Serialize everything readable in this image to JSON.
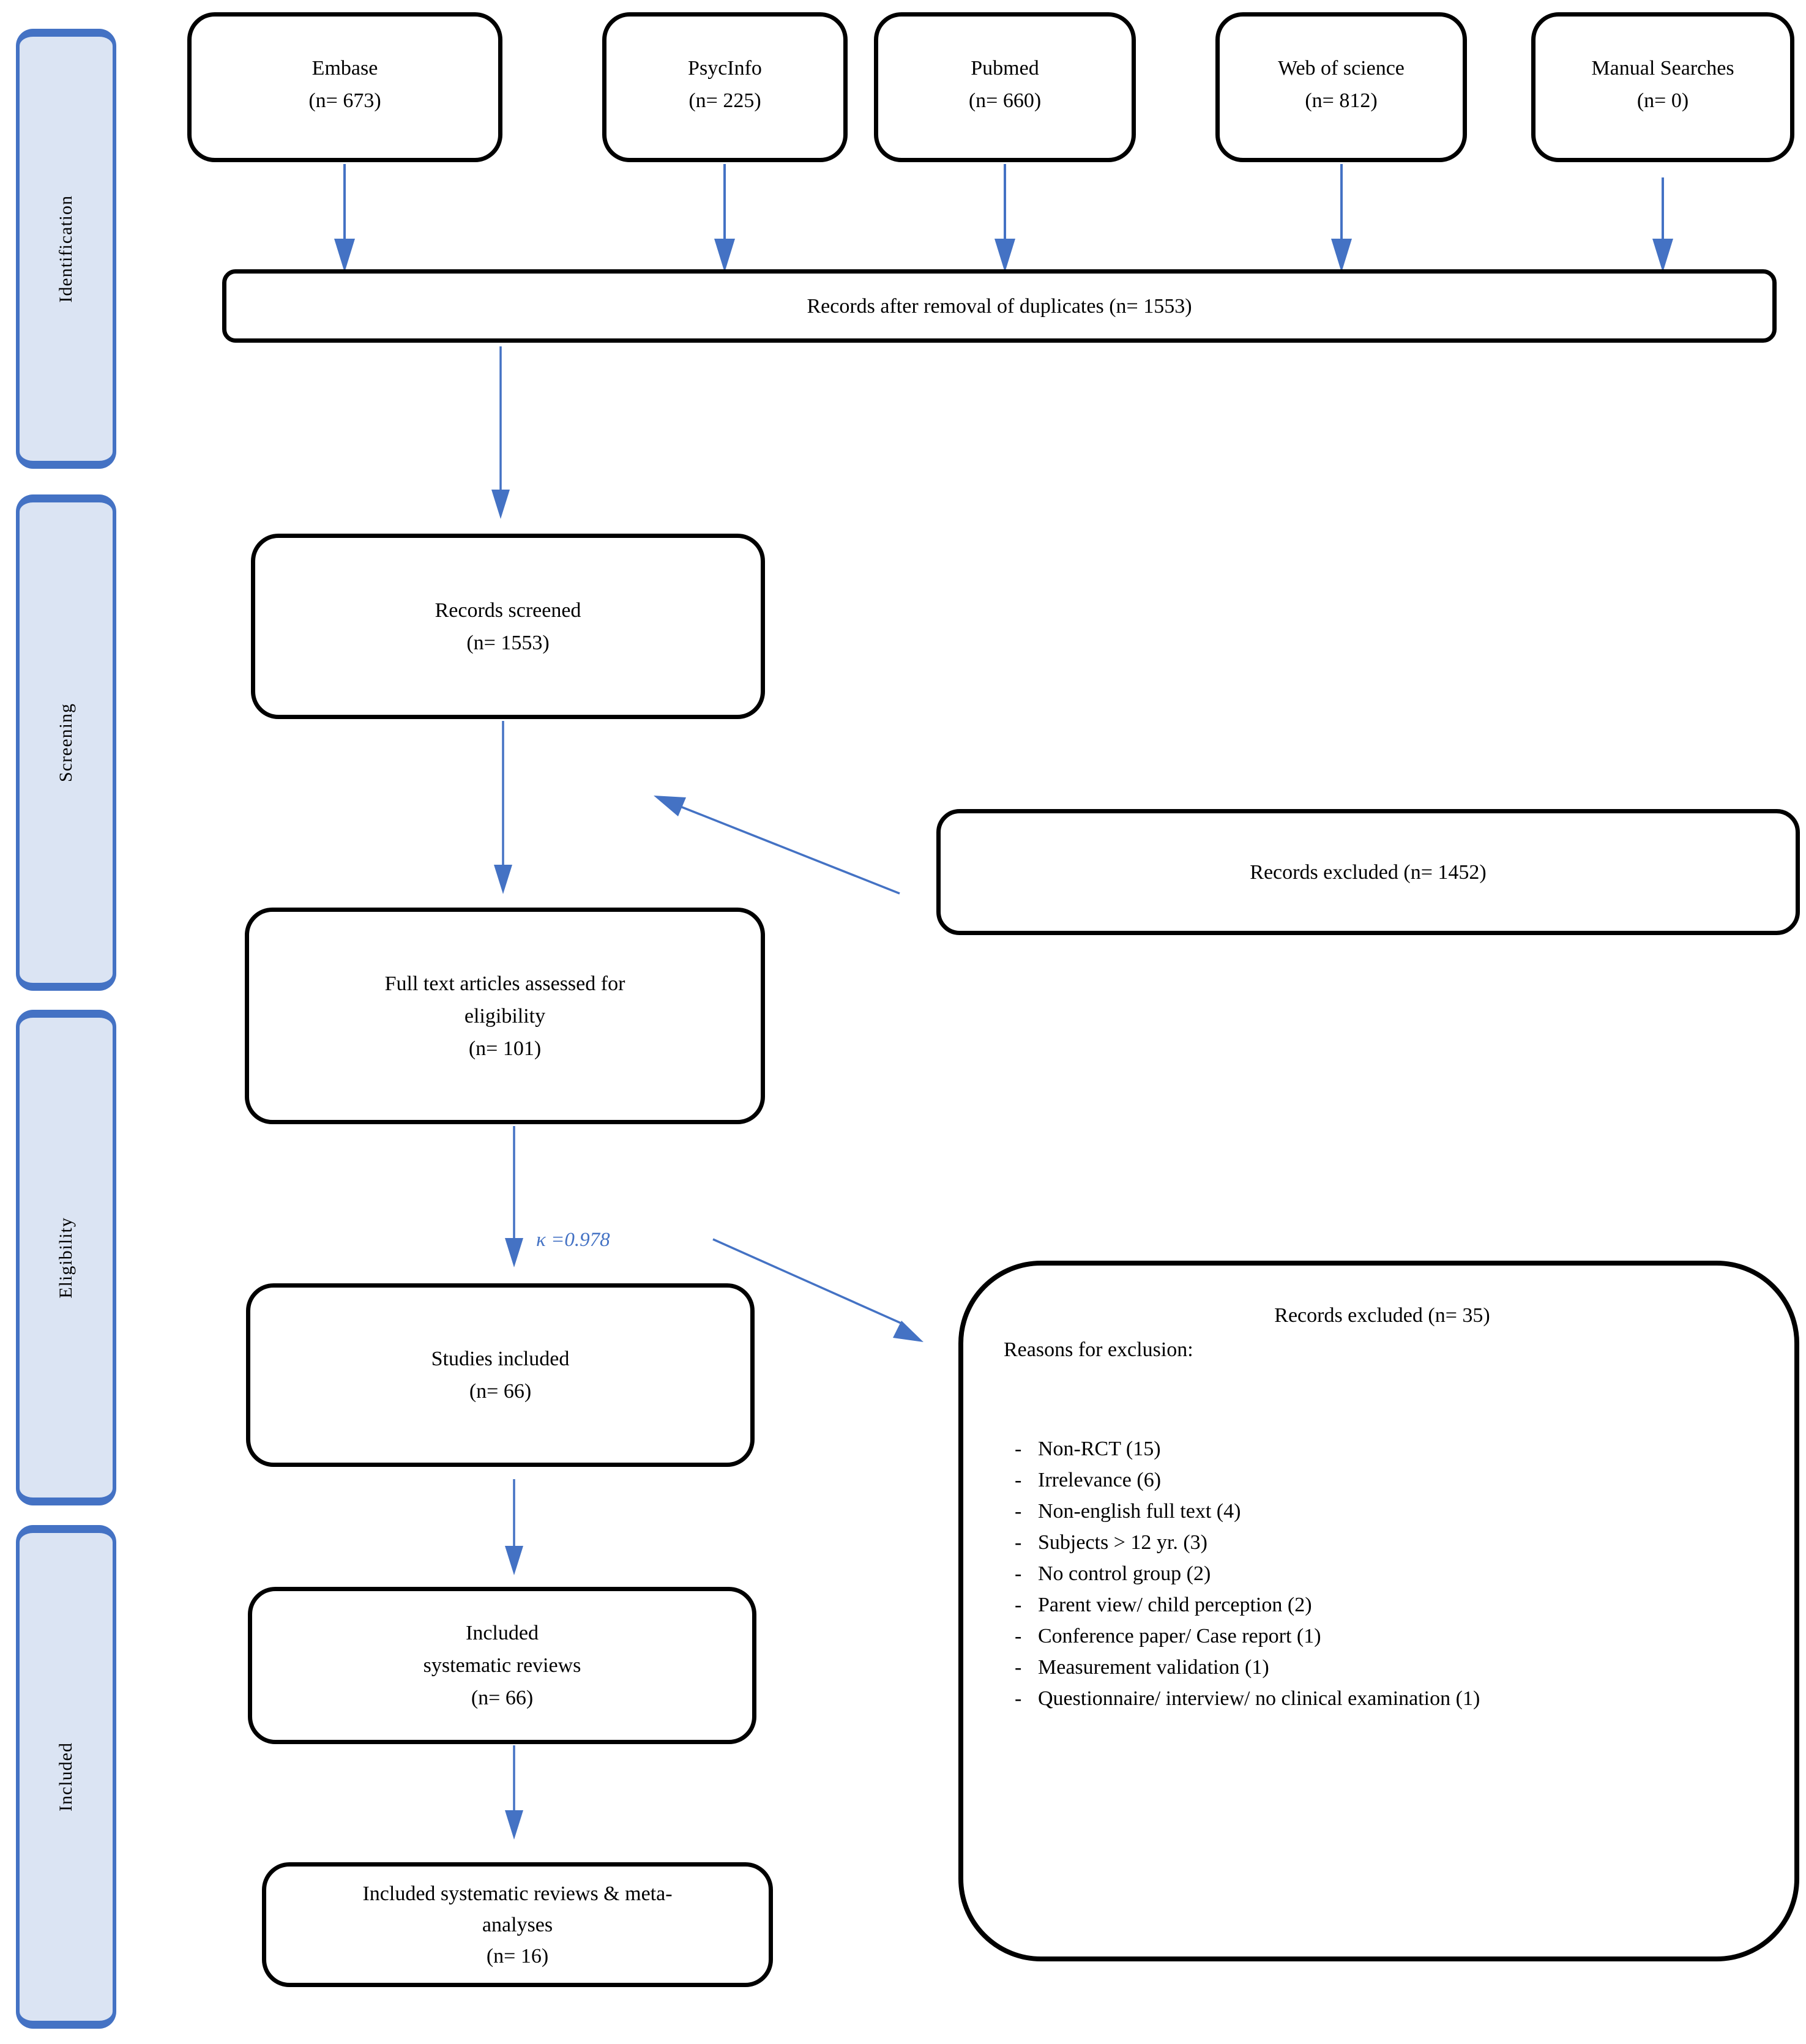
{
  "accent_color": "#4472C4",
  "stage_fill_color": "#DBE4F3",
  "sidebar": {
    "stages": [
      {
        "label": "Identification"
      },
      {
        "label": "Screening"
      },
      {
        "label": "Eligibility"
      },
      {
        "label": "Included"
      }
    ]
  },
  "sources": [
    {
      "name": "Embase",
      "count": "(n= 673)"
    },
    {
      "name": "PsycInfo",
      "count": "(n= 225)"
    },
    {
      "name": "Pubmed",
      "count": "(n= 660)"
    },
    {
      "name": "Web of science",
      "count": "(n= 812)"
    },
    {
      "name": "Manual Searches",
      "count": "(n= 0)"
    }
  ],
  "flow": {
    "duplicates_removed": "Records after removal of duplicates (n= 1553)",
    "records_screened": {
      "line1": "Records screened",
      "line2": "(n= 1553)"
    },
    "records_excluded_screening": "Records excluded (n= 1452)",
    "full_text": {
      "line1": "Full text articles assessed for",
      "line2": "eligibility",
      "line3": "(n= 101)"
    },
    "kappa": "κ =0.978",
    "studies_included": {
      "line1": "Studies included",
      "line2": "(n= 66)"
    },
    "included_reviews": {
      "line1": "Included",
      "line2": "systematic reviews",
      "line3": "(n= 66)"
    },
    "included_meta": {
      "line1": "Included systematic reviews & meta-",
      "line2": "analyses",
      "line3": "(n= 16)"
    }
  },
  "exclusion_box": {
    "title": "Records excluded (n= 35)",
    "subtitle": "Reasons for exclusion:",
    "reasons": [
      "Non-RCT (15)",
      "Irrelevance (6)",
      "Non-english full text (4)",
      "Subjects > 12 yr. (3)",
      "No control group (2)",
      "Parent view/ child perception (2)",
      "Conference paper/ Case report (1)",
      "Measurement validation (1)",
      "Questionnaire/ interview/ no clinical examination (1)"
    ]
  }
}
